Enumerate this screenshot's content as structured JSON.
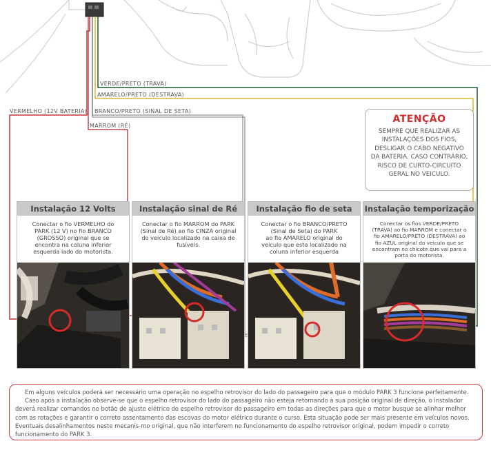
{
  "wire_labels": [
    {
      "id": "verde",
      "text": "VERDE/PRETO (TRAVA)",
      "color": "#1a5c2a"
    },
    {
      "id": "amarelo",
      "text": "AMARELO/PRETO (DESTRAVA)",
      "color": "#d6b92a"
    },
    {
      "id": "branco",
      "text": "BRANCO/PRETO (SINAL DE SETA)",
      "color": "#9a9a9a"
    },
    {
      "id": "vermelho",
      "text": "VERMELHO (12V BATERIA)",
      "color": "#c8323c"
    },
    {
      "id": "marrom",
      "text": "MARROM (RÉ)",
      "color": "#b84a4a"
    }
  ],
  "attention": {
    "title": "ATENÇÃO",
    "lines": [
      "SEMPRE QUE REALIZAR AS",
      "INSTALAÇÕES DOS FIOS,",
      "DESLIGAR O CABO NEGATIVO",
      "DA BATERIA. CASO CONTRÁRIO,",
      "RISCO DE CURTO-CIRCUITO",
      "GERAL NO VEICULO."
    ]
  },
  "panels": [
    {
      "title": "Instalação 12 Volts",
      "lines": [
        "Conectar o fio VERMELHO do",
        "PARK (12 V) no fio BRANCO",
        "(GROSSO) original que se",
        "encontra na coluna inferior",
        "esquerda lado do motorista."
      ]
    },
    {
      "title": "Instalação sinal de Ré",
      "lines": [
        "Conectar o fio MARROM do PARK",
        "(Sinal de Ré) ao fio CINZA original",
        "do veiculo localizado na caixa de",
        "fusíveis."
      ]
    },
    {
      "title": "Instalação fio de seta",
      "lines": [
        "Conectar o fio BRANCO/PRETO",
        "(Sinal de Seta) do PARK",
        "ao fio  AMARELO original do",
        "veiculo que esta localizado na",
        "coluna inferior esquerda"
      ]
    },
    {
      "title": "Instalação temporização",
      "lines": [
        "Conectar os fios VERDE/PRETO",
        "(TRAVA) ao fio MARROM e conectar o",
        "fio AMARELO/PRETO (DESTRAVA) ao",
        "fio AZUL original do veiculo que se",
        "encontram no chicote que vai para a",
        "porta do motorista."
      ]
    }
  ],
  "note": {
    "paragraphs": [
      "Em alguns veículos poderá ser necessário uma operação no espelho retrovisor do lado do passageiro para que o módulo PARK 3 funcione perfeitamente.",
      "Caso após a instalação observe-se que o espelho retrovisor do lado do passageiro não esteja retornando à sua posição original de direção, o instalador deverá realizar comandos no botão de ajuste elétrico do espelho retrovisor do passageiro em todas as direções para que o motor busque se alinhar melhor com as rotações e garantir o correto assentamento das escovas do motor elétrico durante o curso. Esta situação pode ser mais presente em veículos novos. Eventuais desalinhamentos neste mecanis-mo original, que não interferem no funcionamento do espelho retrovisor original, podem impedir o correto funcionamento do PARK 3."
    ]
  }
}
